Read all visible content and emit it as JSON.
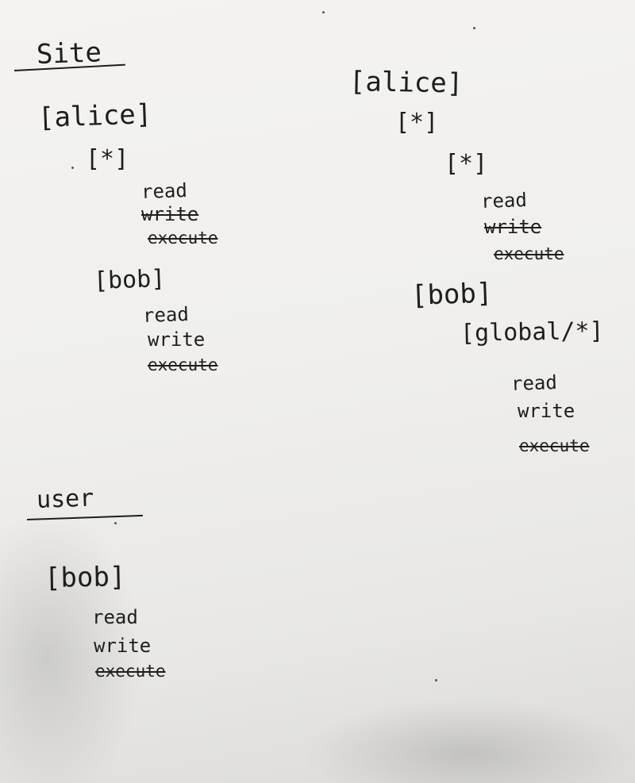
{
  "site_section": {
    "heading": "Site",
    "group1": {
      "user": "[alice]",
      "scope": "[*]",
      "perms": [
        "read",
        "write",
        "execute"
      ]
    },
    "group2": {
      "user": "[bob]",
      "perms": [
        "read",
        "write",
        "execute"
      ]
    }
  },
  "right_section": {
    "user": "[alice]",
    "scope": "[*]",
    "subscope": "[*]",
    "perms": [
      "read",
      "write",
      "execute"
    ],
    "user2": "[bob]",
    "scope2": "[global/*]",
    "perms2": [
      "read",
      "write",
      "execute"
    ]
  },
  "user_section": {
    "heading": "user",
    "user": "[bob]",
    "perms": [
      "read",
      "write",
      "execute"
    ]
  }
}
